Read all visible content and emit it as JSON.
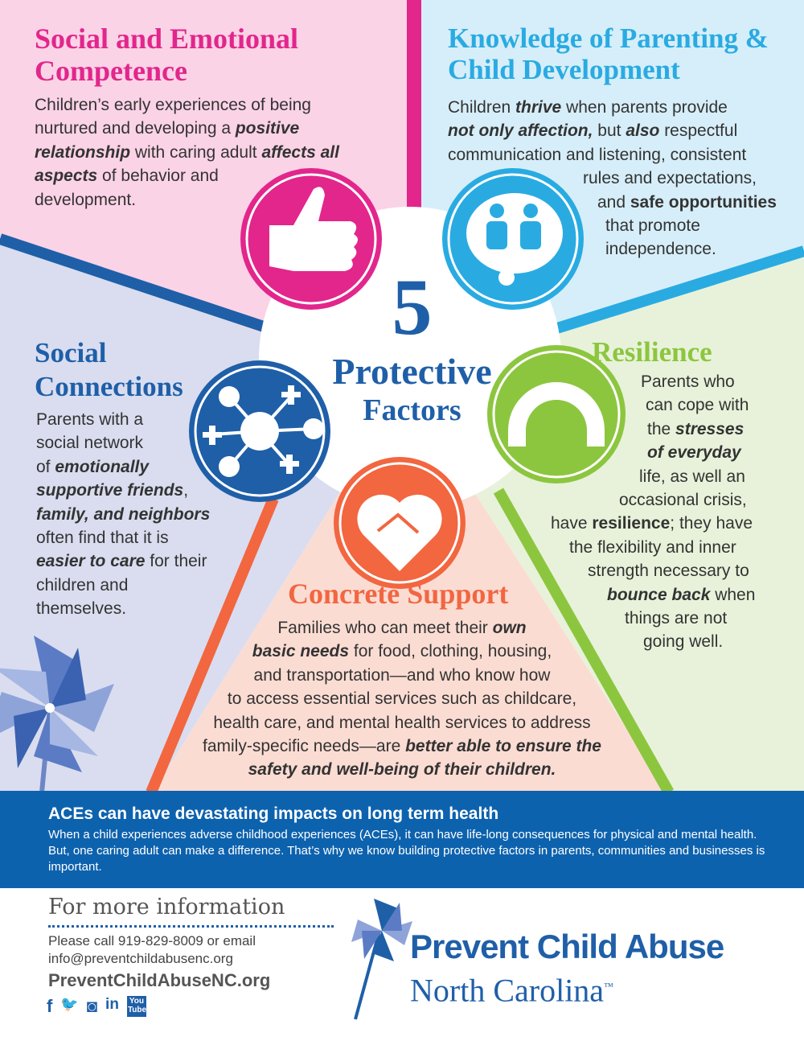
{
  "colors": {
    "magenta": "#e2268c",
    "light_blue": "#29abe2",
    "dark_blue": "#1f5fa8",
    "green": "#8cc63f",
    "orange": "#f26640",
    "banner": "#0d62ae"
  },
  "center": {
    "number": "5",
    "line1": "Protective",
    "line2": "Factors"
  },
  "social_emotional": {
    "title": "Social and Emotional Competence",
    "icon": "thumbs-up-icon",
    "lines": [
      [
        [
          "Children’s early experiences of being",
          ""
        ]
      ],
      [
        [
          "nurtured and developing a ",
          ""
        ],
        [
          "positive",
          "bi"
        ]
      ],
      [
        [
          "relationship",
          "bi"
        ],
        [
          " with caring adult ",
          ""
        ],
        [
          "affects all",
          "bi"
        ]
      ],
      [
        [
          "aspects",
          "bi"
        ],
        [
          " of behavior and",
          ""
        ]
      ],
      [
        [
          "development.",
          ""
        ]
      ]
    ]
  },
  "knowledge": {
    "title": "Knowledge of Parenting & Child Development",
    "icon": "family-thought-bubble-icon",
    "lines": [
      [
        [
          "Children ",
          ""
        ],
        [
          "thrive",
          "bi"
        ],
        [
          " when parents provide",
          ""
        ]
      ],
      [
        [
          "not only affection,",
          "bi"
        ],
        [
          " but ",
          ""
        ],
        [
          "also",
          "bi"
        ],
        [
          " respectful",
          ""
        ]
      ],
      [
        [
          "communication and listening, consistent",
          ""
        ]
      ],
      [
        [
          "rules and expectations,",
          ""
        ]
      ],
      [
        [
          "and ",
          ""
        ],
        [
          "safe opportunities",
          "b"
        ]
      ],
      [
        [
          "that promote",
          ""
        ]
      ],
      [
        [
          "independence.",
          ""
        ]
      ]
    ]
  },
  "social_connections": {
    "title": "Social Connections",
    "icon": "network-people-icon",
    "lines": [
      [
        [
          "Parents with a",
          ""
        ]
      ],
      [
        [
          "social network",
          ""
        ]
      ],
      [
        [
          "of ",
          ""
        ],
        [
          "emotionally",
          "bi"
        ]
      ],
      [
        [
          "supportive friends",
          "bi"
        ],
        [
          ",",
          ""
        ]
      ],
      [
        [
          "family, and neighbors",
          "bi"
        ]
      ],
      [
        [
          "often find that it is",
          ""
        ]
      ],
      [
        [
          "easier to care",
          "bi"
        ],
        [
          " for their",
          ""
        ]
      ],
      [
        [
          "children and",
          ""
        ]
      ],
      [
        [
          "themselves.",
          ""
        ]
      ]
    ]
  },
  "resilience": {
    "title": "Resilience",
    "icon": "slinky-spring-icon",
    "lines": [
      [
        [
          "Parents who",
          ""
        ]
      ],
      [
        [
          "can cope with",
          ""
        ]
      ],
      [
        [
          "the ",
          ""
        ],
        [
          "stresses",
          "bi"
        ]
      ],
      [
        [
          "of everyday",
          "bi"
        ]
      ],
      [
        [
          "life",
          ""
        ],
        [
          ",",
          ""
        ],
        [
          " as well an",
          ""
        ]
      ],
      [
        [
          "occasional crisis,",
          ""
        ]
      ],
      [
        [
          "have ",
          ""
        ],
        [
          "resilience",
          "b"
        ],
        [
          "; they have",
          ""
        ]
      ],
      [
        [
          "the flexibility and inner",
          ""
        ]
      ],
      [
        [
          "strength necessary to",
          ""
        ]
      ],
      [
        [
          "bounce back",
          "bi"
        ],
        [
          " when",
          ""
        ]
      ],
      [
        [
          "things are not",
          ""
        ]
      ],
      [
        [
          "going well.",
          ""
        ]
      ]
    ]
  },
  "concrete_support": {
    "title": "Concrete Support",
    "icon": "heart-handshake-icon",
    "lines": [
      [
        [
          "Families who can meet their ",
          ""
        ],
        [
          "own",
          "bi"
        ]
      ],
      [
        [
          "basic needs",
          "bi"
        ],
        [
          " for food, clothing, housing,",
          ""
        ]
      ],
      [
        [
          "and transportation—and who know how",
          ""
        ]
      ],
      [
        [
          "to access essential services such as childcare,",
          ""
        ]
      ],
      [
        [
          "health care, and mental health services to address",
          ""
        ]
      ],
      [
        [
          "family-specific needs—are ",
          ""
        ],
        [
          "better able to ensure the",
          "bi"
        ]
      ],
      [
        [
          "safety and well-being of their children.",
          "bi"
        ]
      ]
    ]
  },
  "banner": {
    "title": "ACEs can have devastating impacts on long term health",
    "text": "When a child experiences adverse childhood experiences (ACEs), it can have life-long consequences for physical and mental health. But, one caring adult can make a difference. That’s why we know building protective factors in parents, communities and businesses is important."
  },
  "footer": {
    "title": "For more information",
    "contact_line1": "Please call 919-829-8009 or email",
    "contact_line2": "info@preventchildabusenc.org",
    "website": "PreventChildAbuseNC.org",
    "social": [
      {
        "icon": "facebook-icon",
        "glyph": "f"
      },
      {
        "icon": "twitter-icon",
        "glyph": "🐦"
      },
      {
        "icon": "instagram-icon",
        "glyph": "◙"
      },
      {
        "icon": "linkedin-icon",
        "glyph": "in"
      },
      {
        "icon": "youtube-icon",
        "glyph": "You Tube"
      }
    ],
    "logo_line1": "Prevent Child Abuse",
    "logo_line2": "North Carolina",
    "logo_tm": "™"
  }
}
